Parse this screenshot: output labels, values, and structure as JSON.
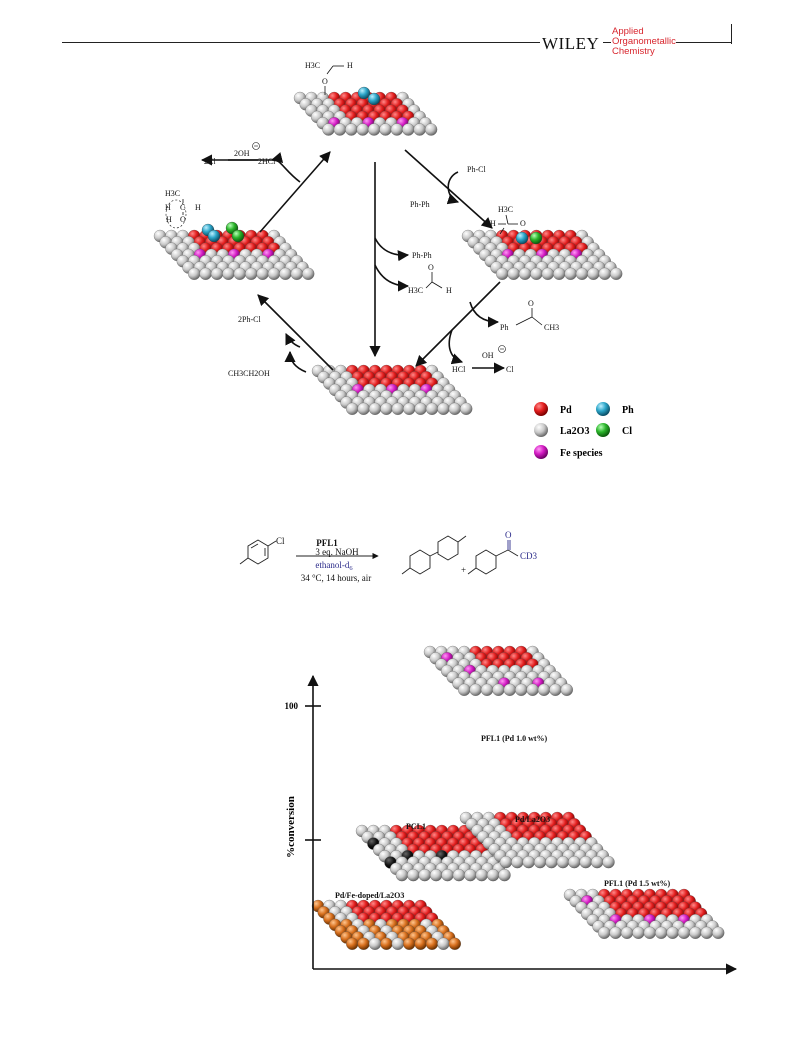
{
  "header": {
    "publisher": "WILEY",
    "journal": [
      "Applied",
      "Organometallic",
      "Chemistry"
    ]
  },
  "mechanism": {
    "species": {
      "top": {
        "group": "H3C",
        "h": "H",
        "o": "O"
      },
      "left": {
        "ch3": "H3C",
        "h1": "H",
        "c": "C",
        "h2": "H",
        "o": "O",
        "h3": "H"
      },
      "right": {
        "ch3": "H3C",
        "o": "O",
        "h": "H"
      },
      "top_chip_ph": "Ph",
      "left_chip_cl": "Cl"
    },
    "arrows": {
      "top_left_out": "2Cl",
      "top_left_oh": "2OH",
      "top_left_in": "2HCl",
      "top_right_in": "Ph-Cl",
      "top_right_out": "Ph-Ph",
      "center_out1": "Ph-Ph",
      "center_acet_h": "H",
      "center_acet_o": "O",
      "center_acet_c": "H3C",
      "right_down_ph": "Ph",
      "right_down_ch3": "CH3",
      "right_down_o": "O",
      "hcl": "HCl",
      "oh": "OH",
      "cl_minus": "Cl",
      "left_in1": "2Ph-Cl",
      "left_in2": "CH3CH2OH"
    },
    "legend": [
      {
        "label": "Pd",
        "color": "#e31e1e"
      },
      {
        "label": "Ph",
        "color": "#2ca6c9"
      },
      {
        "label": "La2O3",
        "color": "#c8c8c8"
      },
      {
        "label": "Cl",
        "color": "#2bb52b"
      },
      {
        "label": "Fe species",
        "color": "#d41cc4"
      }
    ]
  },
  "reaction": {
    "reactant_cl": "Cl",
    "catalyst": "PFL1",
    "cond1": "3 eq. NaOH",
    "cond2": "ethanol-d",
    "cond2_sub": "6",
    "cond3": "34 °C, 14 hours, air",
    "plus": "+",
    "product_o": "O",
    "product_cd3": "CD3"
  },
  "chart": {
    "ylabel": "%conversion",
    "ytick": "100",
    "labels": {
      "pfl1_10": "PFL1 (Pd 1.0 wt%)",
      "pcl1": "PCL1",
      "pdla": "Pd/La2O3",
      "pdfe": "Pd/Fe-doped/La2O3",
      "pfl1_15": "PFL1 (Pd 1.5 wt%)"
    }
  },
  "colors": {
    "pd": "#e31e1e",
    "la": "#cfcfcf",
    "fe": "#d41cc4",
    "ph": "#2ca6c9",
    "cl": "#2bb52b",
    "black": "#111111",
    "orange": "#d8701e",
    "journal_green": "#3c9a3c",
    "journal_red": "#d8262e"
  }
}
